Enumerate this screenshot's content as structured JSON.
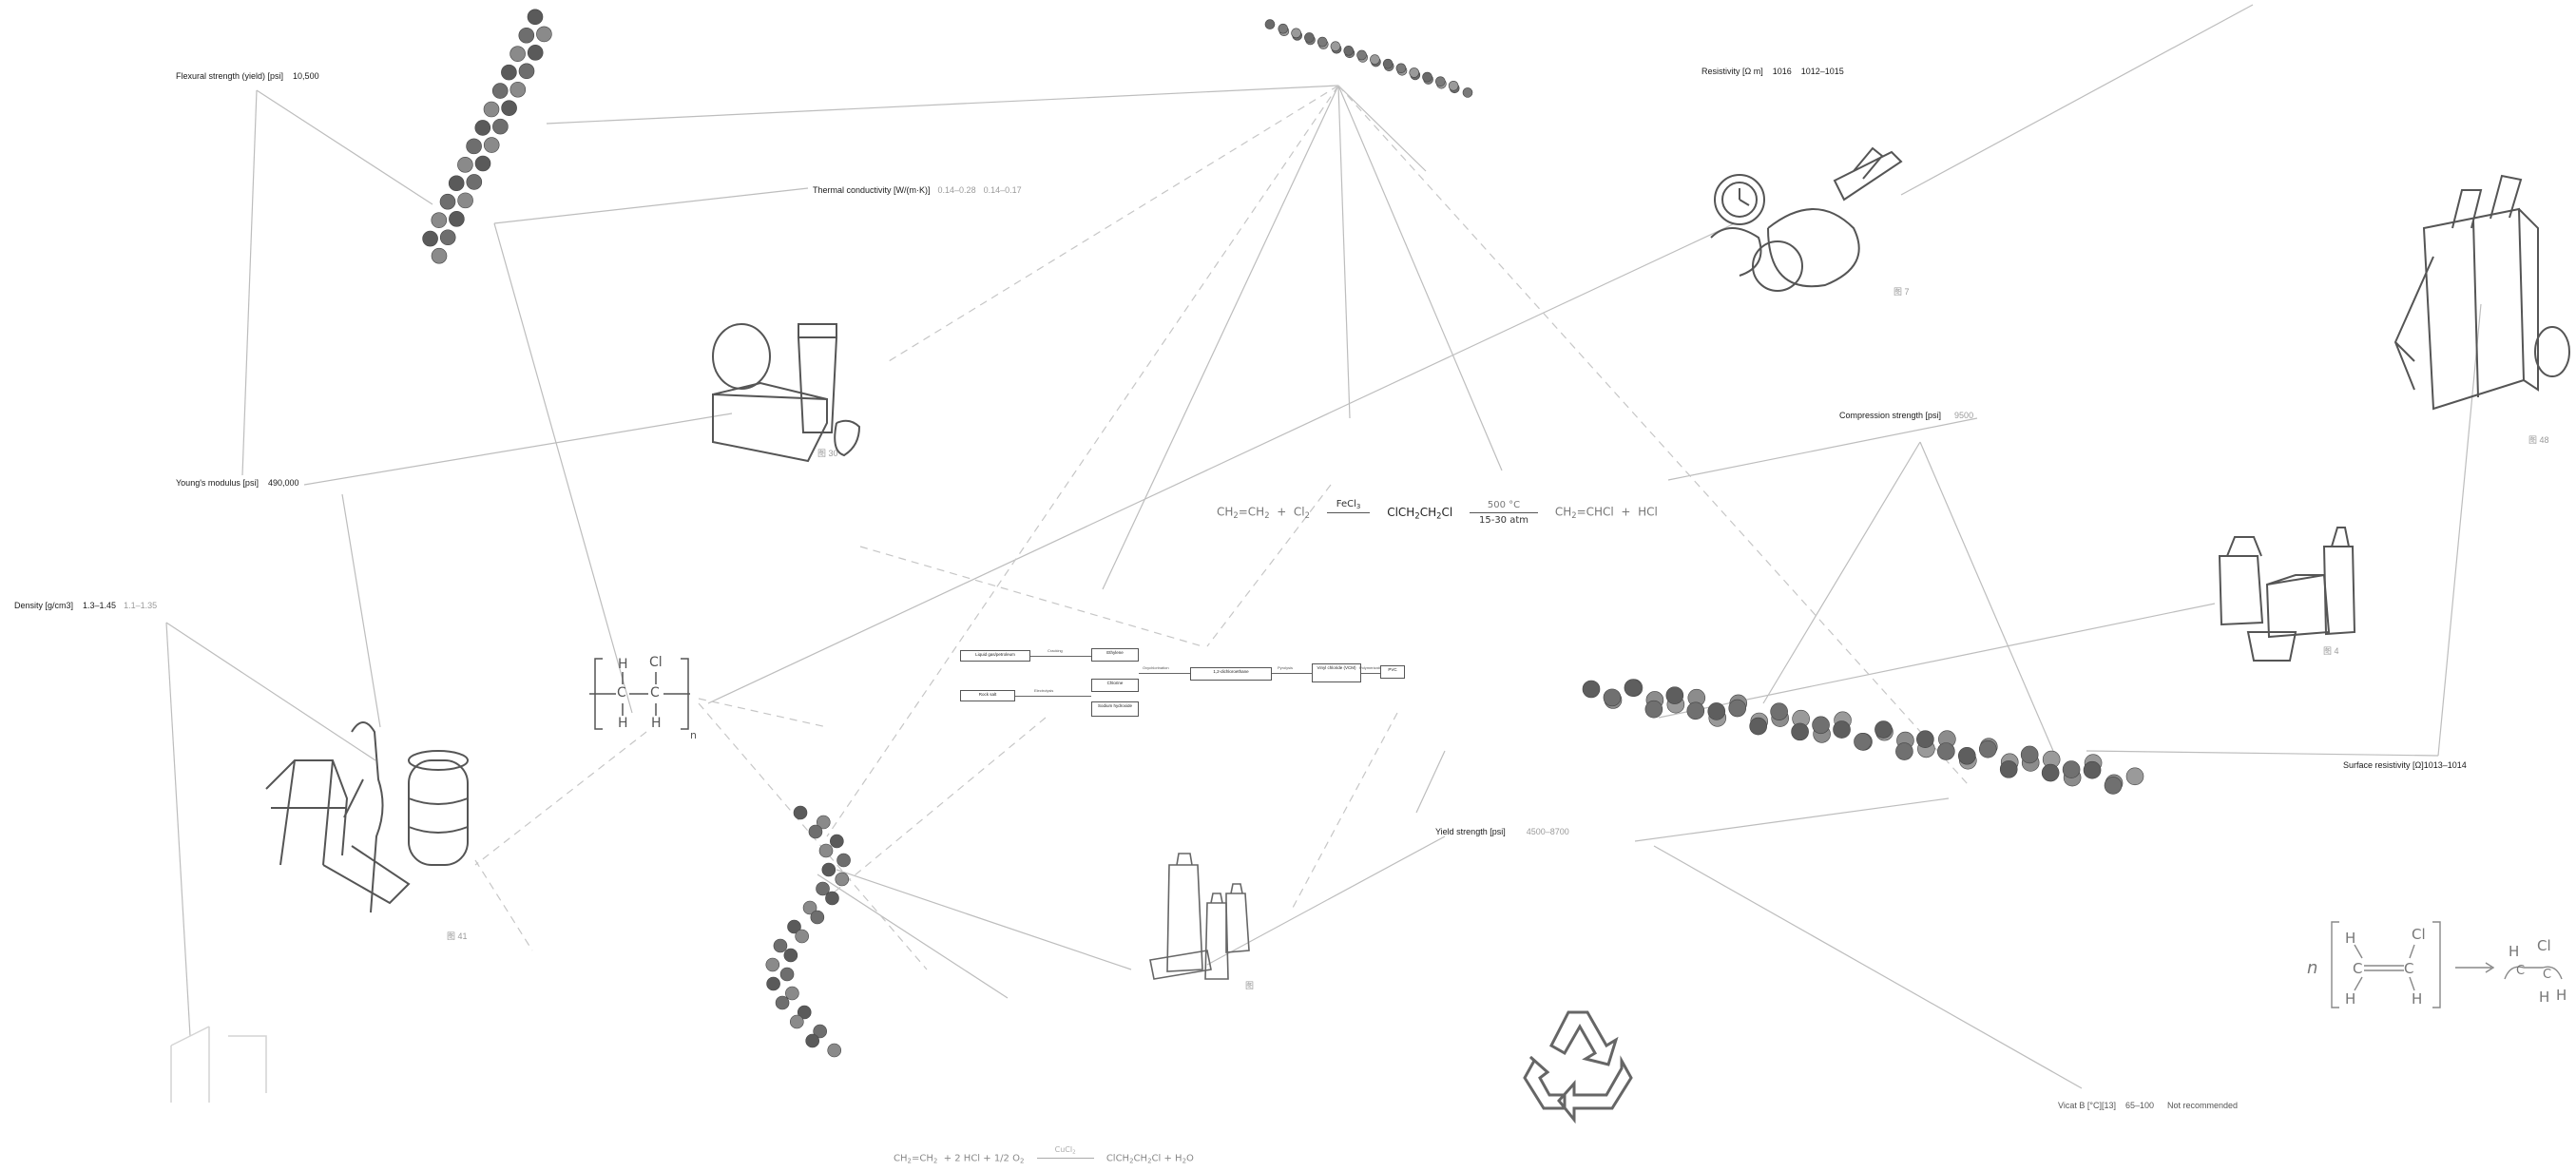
{
  "labels": {
    "flexural": {
      "name": "Flexural strength (yield) [psi]",
      "value": "10,500"
    },
    "thermal": {
      "name": "Thermal conductivity [W/(m·K)]",
      "value": "0.14–0.28",
      "value2": "0.14–0.17"
    },
    "resistivity": {
      "name": "Resistivity [Ω m]",
      "value": "1016",
      "value2": "1012–1015"
    },
    "youngs": {
      "name": "Young's modulus [psi]",
      "value": "490,000"
    },
    "density": {
      "name": "Density [g/cm3]",
      "value": "1.3–1.45",
      "value2": "1.1–1.35"
    },
    "compression": {
      "name": "Compression strength [psi]",
      "value": "9500"
    },
    "yield": {
      "name": "Yield strength [psi]",
      "value": "4500–8700"
    },
    "surface": {
      "name": "Surface resistivity [Ω]1013–1014"
    },
    "vicat": {
      "name": "Vicat B [°C][13]",
      "value": "65–100",
      "value2": "Not recommended"
    }
  },
  "equation_main": {
    "reactant1": "CH",
    "reactant1_sub": "2",
    "bond": "=CH",
    "bond_sub": "2",
    "plus1": "+",
    "cl2": "Cl",
    "cl2_sub": "2",
    "catalyst1": "FeCl",
    "catalyst1_sub": "3",
    "product1": "ClCH",
    "product1_sub": "2",
    "product1_b": "CH",
    "product1_b_sub": "2",
    "product1_c": "Cl",
    "cond_top": "500 °C",
    "cond_bottom": "15-30 atm",
    "product2": "CH",
    "product2_sub": "2",
    "product2_b": "=CHCl",
    "plus2": "+",
    "hcl": "HCl"
  },
  "equation_bottom": {
    "text_a": "CH",
    "text_a_sub": "2",
    "text_b": "=CH",
    "text_b_sub": "2",
    "text_c": "+ 2 HCl + 1/2 O",
    "text_c_sub": "2",
    "catalyst": "CuCl",
    "catalyst_sub": "2",
    "text_d": "ClCH",
    "text_d_sub": "2",
    "text_e": "CH",
    "text_e_sub": "2",
    "text_f": "Cl + H",
    "text_f_sub": "2",
    "text_g": "O"
  },
  "structure": {
    "h_top": "H",
    "cl_top": "Cl",
    "c1": "C",
    "c2": "C",
    "h_b1": "H",
    "h_b2": "H",
    "n": "n"
  },
  "polymerization": {
    "n": "n",
    "h1": "H",
    "cl": "Cl",
    "h2": "H",
    "h3": "H",
    "c1": "C",
    "c2": "C",
    "p_h1": "H",
    "p_cl": "Cl",
    "p_h2": "H",
    "p_h3": "H",
    "p_c1": "C",
    "p_c2": "C"
  },
  "flowchart": {
    "box_source1": "Liquid gas/petroleum",
    "box_source2": "Rock salt",
    "box_ethylene": "Ethylene",
    "box_chlorine": "Chlorine",
    "box_sodium": "Sodium hydroxide",
    "box_edc": "1,2-dichloroethane",
    "box_vcm": "Vinyl chloride (VCM)",
    "box_pvc": "PVC",
    "step_crack": "Cracking",
    "step_electro": "Electrolysis",
    "step_oxy": "Oxychlorination",
    "step_pyro": "Pyrolysis",
    "step_poly": "Polymerization"
  },
  "captions": {
    "c_chairs": "图 41",
    "c_container": "图 30",
    "c_household": "图 7",
    "c_wardrobe": "图 48",
    "c_detergent": "图 4",
    "c_bottles": "图"
  }
}
